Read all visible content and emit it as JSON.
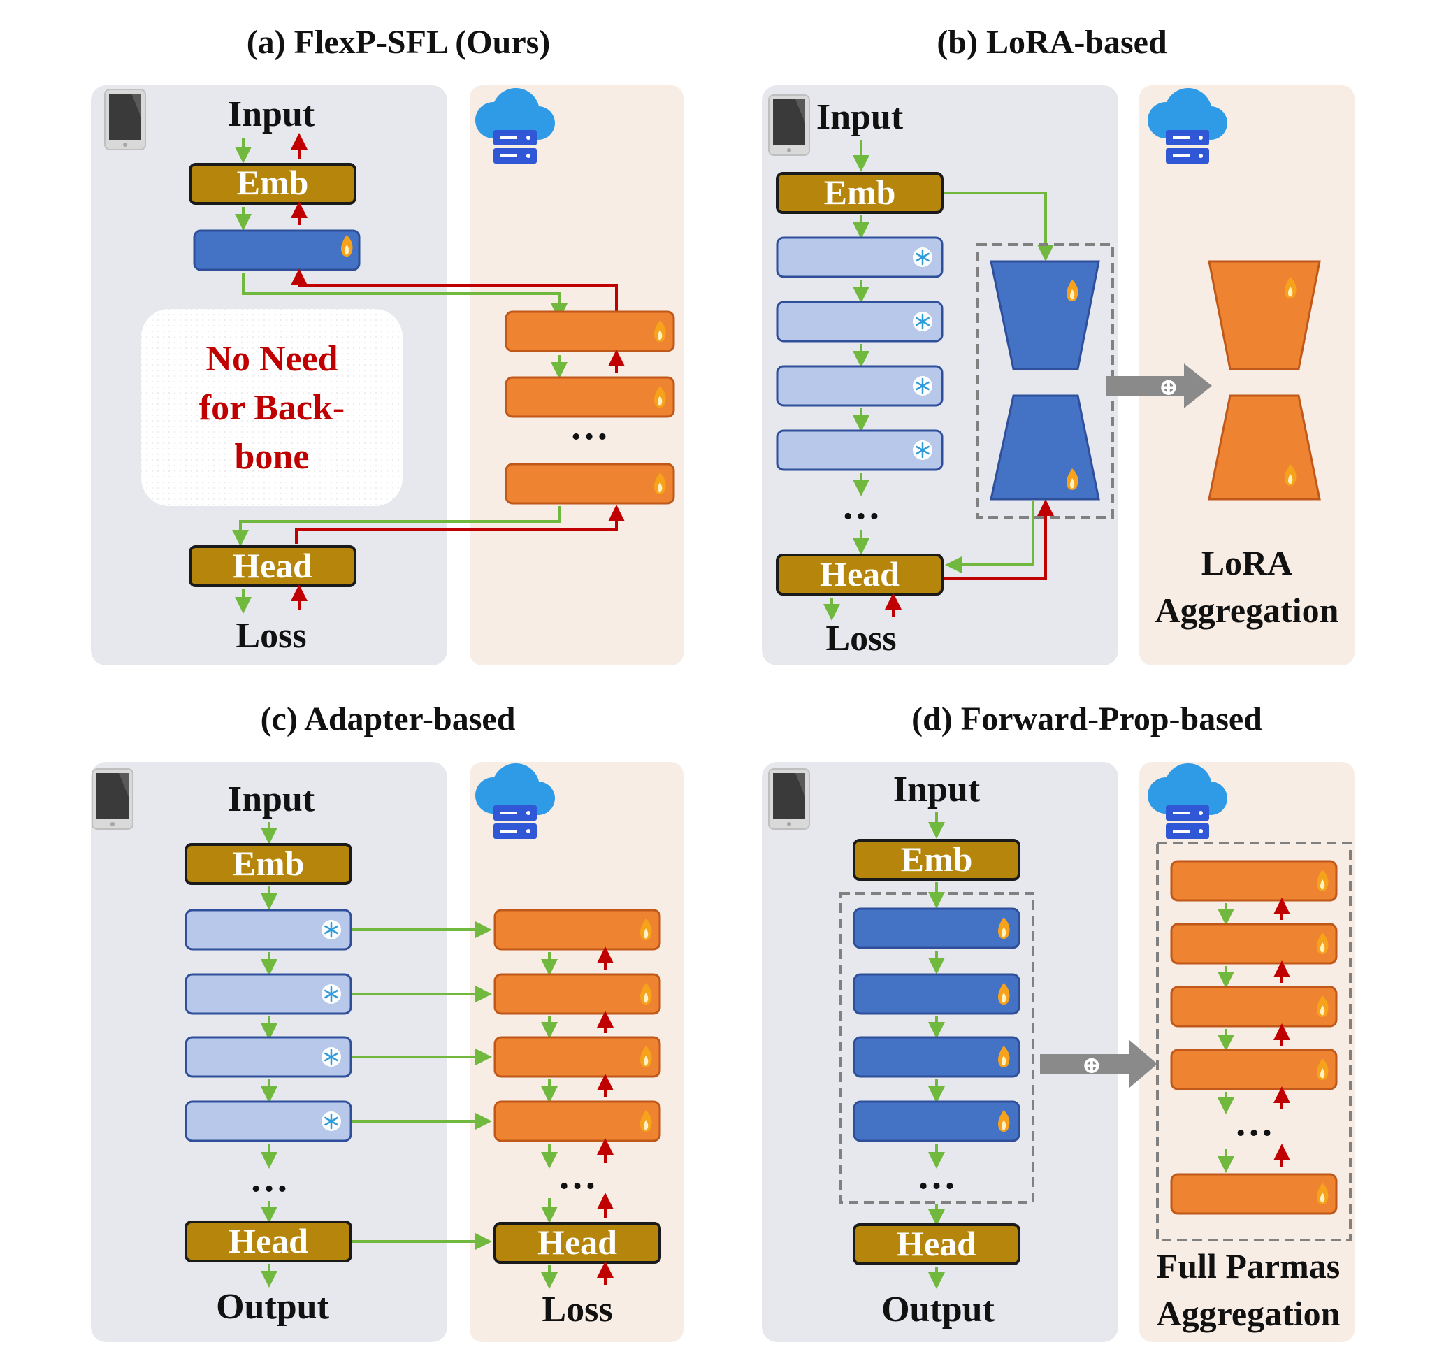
{
  "colors": {
    "client_bg": "#E6E8EE",
    "server_bg": "#F8EDE5",
    "emb_fill": "#B5860B",
    "emb_text": "#FFFFFF",
    "frozen_fill": "#B7C8EB",
    "trainable_fill": "#4472C4",
    "block_stroke": "#2F4F9B",
    "orange_fill": "#EE8432",
    "orange_stroke": "#C0581A",
    "green_arrow": "#70B83E",
    "red_arrow": "#C00000",
    "red_text": "#C00000",
    "gray_arrow": "#8A8A8A",
    "dashed_box": "#808080",
    "note_bg": "#FFFFFF"
  },
  "icons": {
    "device": "tablet-icon",
    "server": "cloud-server-icon",
    "trainable": "flame-icon",
    "frozen": "snowflake-icon",
    "aggregate": "circled-plus-icon"
  },
  "labels": {
    "input": "Input",
    "emb": "Emb",
    "head": "Head",
    "loss": "Loss",
    "output": "Output",
    "ellipsis": "…",
    "plus": "⊕"
  },
  "panels": {
    "a": {
      "title": "(a) FlexP-SFL (Ours)",
      "note": [
        "No Need",
        "for Back-",
        "bone"
      ]
    },
    "b": {
      "title": "(b) LoRA-based",
      "caption": [
        "LoRA",
        "Aggregation"
      ]
    },
    "c": {
      "title": "(c) Adapter-based"
    },
    "d": {
      "title": "(d) Forward-Prop-based",
      "caption": [
        "Full Parmas",
        "Aggregation"
      ]
    }
  }
}
